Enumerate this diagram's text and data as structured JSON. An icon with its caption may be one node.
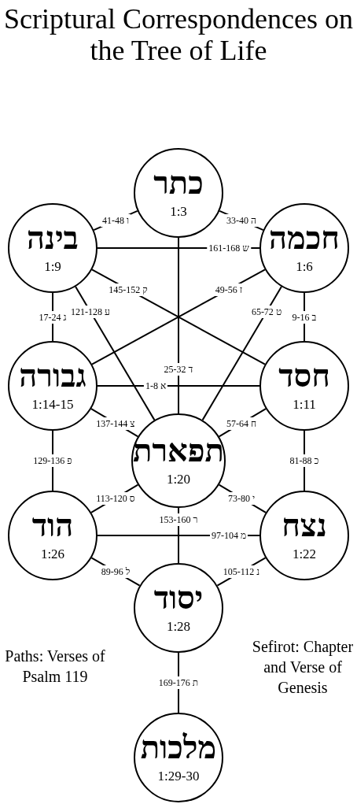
{
  "diagram": {
    "title": "Scriptural Correspondences on the Tree of Life",
    "nodes": [
      {
        "text": [
          "כתר",
          "1:3"
        ]
      },
      {
        "text": [
          "בינה",
          "1:9"
        ]
      },
      {
        "text": [
          "חכמה",
          "1:6"
        ]
      },
      {
        "text": [
          "גבורה",
          "1:14-15"
        ]
      },
      {
        "text": [
          "חסד",
          "1:11"
        ]
      },
      {
        "text": [
          "תפארת",
          "1:20"
        ]
      },
      {
        "text": [
          "הוד",
          "1:26"
        ]
      },
      {
        "text": [
          "נצח",
          "1:22"
        ]
      },
      {
        "text": [
          "יסוד",
          "1:28"
        ]
      },
      {
        "text": [
          "מלכות",
          "1:29-30"
        ]
      }
    ],
    "edges": [
      {
        "from": 0,
        "to": 1,
        "arrow": "none",
        "label": "ו 41-48"
      },
      {
        "from": 0,
        "to": 2,
        "arrow": "none",
        "label": "ה 33-40"
      },
      {
        "from": 1,
        "to": 2,
        "arrow": "none",
        "label": "ש 161-168"
      },
      {
        "from": 0,
        "to": 5,
        "arrow": "none",
        "label": "ד 25-32"
      },
      {
        "from": 1,
        "to": 3,
        "arrow": "none",
        "label": "ג 17-24"
      },
      {
        "from": 1,
        "to": 5,
        "arrow": "none",
        "label": "ע 121-128"
      },
      {
        "from": 1,
        "to": 4,
        "arrow": "none",
        "label": "ק 145-152"
      },
      {
        "from": 2,
        "to": 3,
        "arrow": "none",
        "label": "ז 49-56"
      },
      {
        "from": 2,
        "to": 5,
        "arrow": "none",
        "label": "ט 65-72"
      },
      {
        "from": 2,
        "to": 4,
        "arrow": "none",
        "label": "ב 9-16"
      },
      {
        "from": 3,
        "to": 4,
        "arrow": "none",
        "label": "א 1-8"
      },
      {
        "from": 3,
        "to": 5,
        "arrow": "none",
        "label": "צ 137-144"
      },
      {
        "from": 4,
        "to": 5,
        "arrow": "none",
        "label": "ח 57-64"
      },
      {
        "from": 3,
        "to": 6,
        "arrow": "none",
        "label": "פ 129-136"
      },
      {
        "from": 4,
        "to": 7,
        "arrow": "none",
        "label": "כ 81-88"
      },
      {
        "from": 5,
        "to": 6,
        "arrow": "none",
        "label": "ס 113-120"
      },
      {
        "from": 5,
        "to": 7,
        "arrow": "none",
        "label": "י 73-80"
      },
      {
        "from": 5,
        "to": 8,
        "arrow": "none",
        "label": "ר 153-160"
      },
      {
        "from": 6,
        "to": 7,
        "arrow": "none",
        "label": "מ 97-104"
      },
      {
        "from": 6,
        "to": 8,
        "arrow": "none",
        "label": "ל 89-96"
      },
      {
        "from": 7,
        "to": 8,
        "arrow": "none",
        "label": "נ 105-112"
      },
      {
        "from": 8,
        "to": 9,
        "arrow": "none",
        "label": "ת 169-176"
      }
    ],
    "labels": [
      "Paths: Verses of Psalm 119",
      "Sefirot: Chapter and Verse of Genesis"
    ]
  }
}
